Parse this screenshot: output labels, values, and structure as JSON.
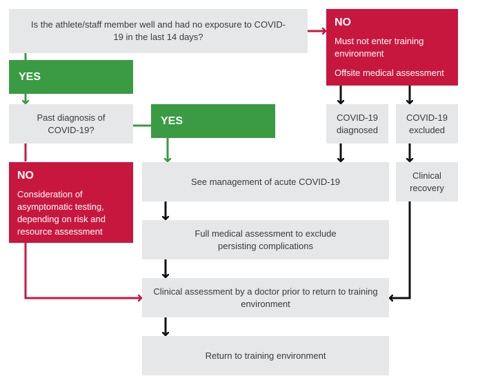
{
  "boxes": {
    "q_well": "Is the athlete/staff member well and had no exposure to COVID-19 in the last 14 days?",
    "no_top": {
      "head": "NO",
      "line1": "Must not enter training environment",
      "line2": "Offsite medical assessment"
    },
    "yes_left": "YES",
    "q_past": "Past diagnosis of COVID-19?",
    "yes_mid": "YES",
    "diagnosed": "COVID-19 diagnosed",
    "excluded": "COVID-19 excluded",
    "no_left": {
      "head": "NO",
      "line1": "Consideration of asymptomatic testing, depending on risk and resource assessment"
    },
    "acute": "See management of acute COVID-19",
    "recovery": "Clinical recovery",
    "full_assessment": "Full medical assessment to exclude persisting complications",
    "clinical_assessment": "Clinical assessment by a doctor prior to return to training environment",
    "return": "Return to training environment"
  },
  "colors": {
    "gray": "#e6e7e8",
    "green": "#3a9b43",
    "red": "#c8173f",
    "black": "#111111"
  }
}
